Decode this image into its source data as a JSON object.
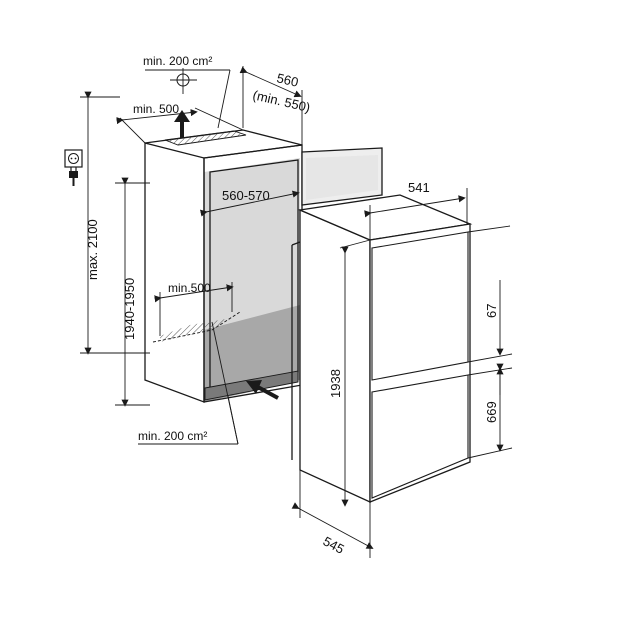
{
  "labels": {
    "vent_top_area": "min. 200 cm²",
    "top_clearance": "min. 500",
    "niche_depth": "560",
    "niche_depth_min": "(min. 550)",
    "niche_width": "560-570",
    "appliance_width": "541",
    "max_height": "max. 2100",
    "niche_height": "1940-1950",
    "floor_clearance": "min.500",
    "appliance_height": "1938",
    "door_gap": "67",
    "lower_door_height": "669",
    "vent_bottom_area": "min. 200 cm²",
    "appliance_depth": "545"
  },
  "colors": {
    "niche_back_wall": "#d9d9d9",
    "niche_floor": "#9a9a9a",
    "niche_side": "#f2f2f2",
    "line": "#1a1a1a"
  },
  "icons": [
    "socket-icon",
    "plug-icon",
    "ventilation-crosshair-icon",
    "airflow-arrow-icon"
  ]
}
